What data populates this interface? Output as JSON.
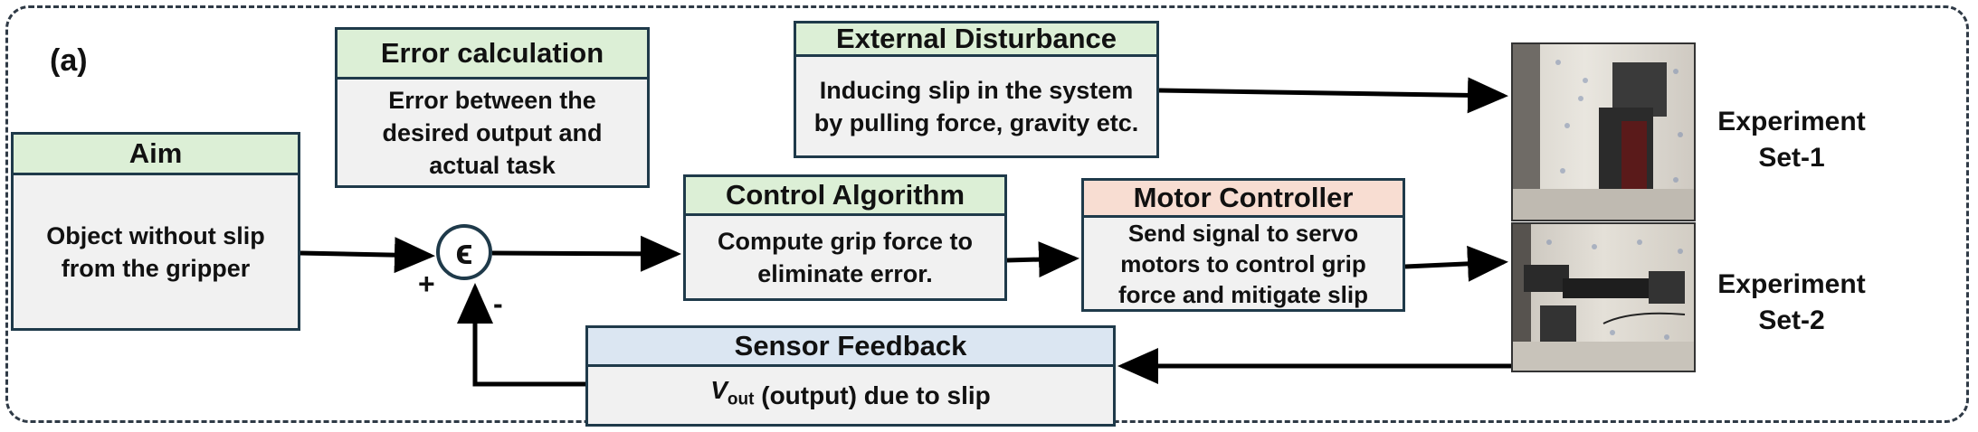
{
  "panel_label": "(a)",
  "blocks": {
    "aim": {
      "title": "Aim",
      "body": "Object without slip from the gripper"
    },
    "error": {
      "title": "Error calculation",
      "body": "Error between the desired output and actual task"
    },
    "disturbance": {
      "title": "External Disturbance",
      "body": "Inducing slip in the system by pulling force, gravity etc."
    },
    "control": {
      "title": "Control Algorithm",
      "body": "Compute grip force to eliminate error."
    },
    "motor": {
      "title": "Motor Controller",
      "body": "Send signal to servo motors to control grip force and mitigate slip"
    },
    "sensor": {
      "title": "Sensor Feedback",
      "body_sym": "V",
      "body_sub": "out",
      "body_rest": " (output) due to slip"
    }
  },
  "sum_symbol": "ϵ",
  "sum_plus": "+",
  "sum_minus": "-",
  "experiments": {
    "set1": {
      "line1": "Experiment",
      "line2": "Set-1"
    },
    "set2": {
      "line1": "Experiment",
      "line2": "Set-2"
    }
  },
  "colors": {
    "header_green": "#dcefd6",
    "header_peach": "#f8ddd2",
    "header_blue": "#dbe6f2",
    "body_gray": "#f1f1f1",
    "border": "#1f3a4a"
  }
}
